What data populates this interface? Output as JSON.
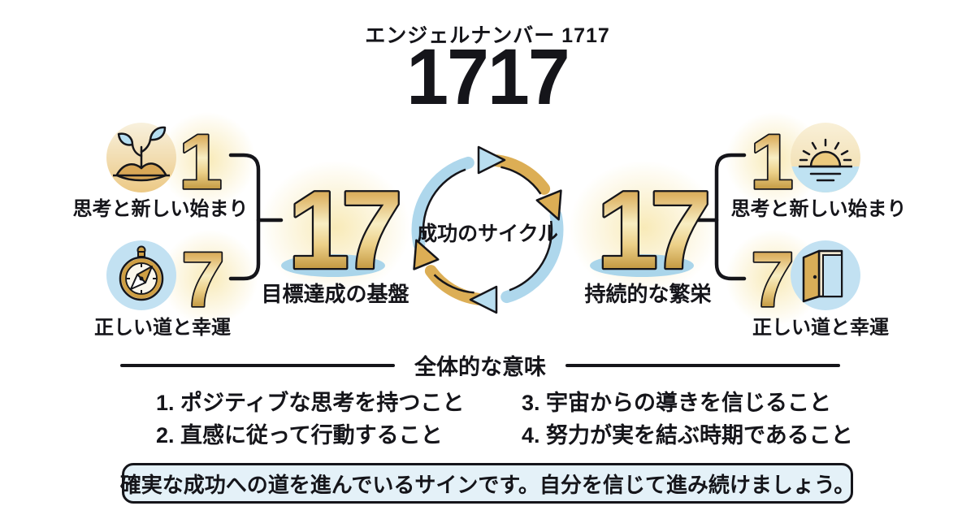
{
  "header": {
    "kicker": "エンジェルナンバー 1717",
    "big_number": "1717"
  },
  "left_group": {
    "digit_top": "1",
    "label_top": "思考と新しい始まり",
    "digit_bottom": "7",
    "label_bottom": "正しい道と幸運",
    "pair_number": "17",
    "pair_label": "目標達成の基盤"
  },
  "right_group": {
    "digit_top": "1",
    "label_top": "思考と新しい始まり",
    "digit_bottom": "7",
    "label_bottom": "正しい道と幸運",
    "pair_number": "17",
    "pair_label": "持続的な繁栄"
  },
  "cycle": {
    "label": "成功のサイクル"
  },
  "meaning": {
    "heading": "全体的な意味",
    "items": [
      "1. ポジティブな思考を持つこと",
      "2. 直感に従って行動すること",
      "3. 宇宙からの導きを信じること",
      "4. 努力が実を結ぶ時期であること"
    ]
  },
  "footer": {
    "message": "確実な成功への道を進んでいるサインです。自分を信じて進み続けましょう。"
  },
  "icons": {
    "left_top": "sprout-icon",
    "left_bottom": "compass-icon",
    "right_top": "sunrise-icon",
    "right_bottom": "door-icon"
  },
  "colors": {
    "ink": "#15151a",
    "gold": "#cf9f44",
    "gold_light": "#f8eec3",
    "gold_deep": "#9e7526",
    "arc_gold": "#dcae55",
    "arc_blue": "#aed7ec",
    "icon_blue": "#c2e1f2",
    "leaf_blue": "#b5ddf0",
    "shadow_blue": "#aad5ea",
    "glow": "#f8e9b4",
    "panel_bg": "#e4f1f8",
    "background": "#ffffff"
  }
}
